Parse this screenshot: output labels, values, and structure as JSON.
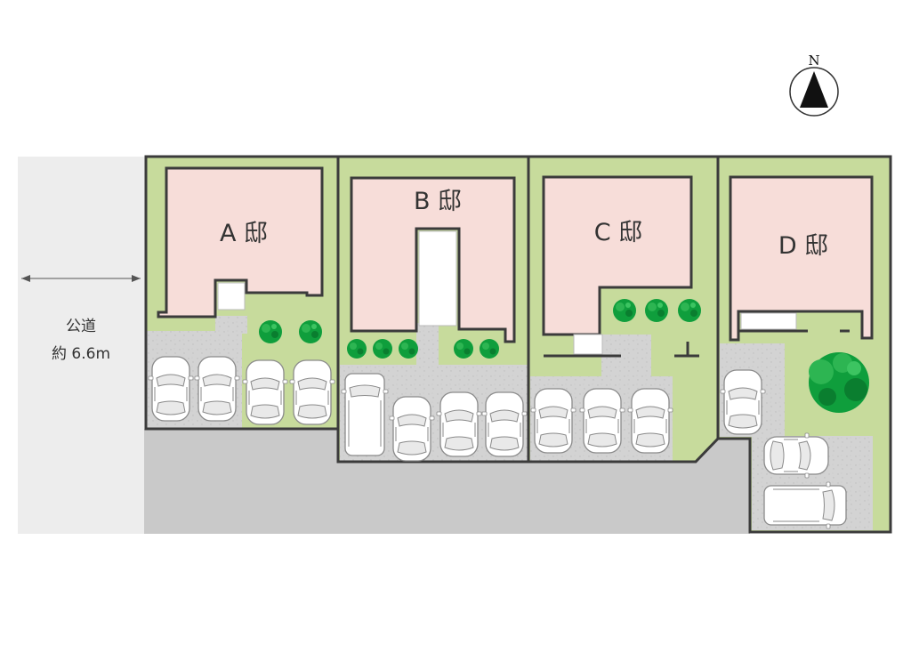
{
  "compass": {
    "label": "N"
  },
  "road": {
    "name": "公道",
    "width": "約 6.6m"
  },
  "lots": [
    {
      "id": "A",
      "label": "A 邸"
    },
    {
      "id": "B",
      "label": "B 邸"
    },
    {
      "id": "C",
      "label": "C 邸"
    },
    {
      "id": "D",
      "label": "D 邸"
    }
  ],
  "colors": {
    "lawn": "#c7db9c",
    "house": "#f7ddd9",
    "driveway": "#c7c7c7",
    "public_road": "#ededed",
    "outline": "#3b3b3b",
    "tree": "#0f9e3c"
  }
}
